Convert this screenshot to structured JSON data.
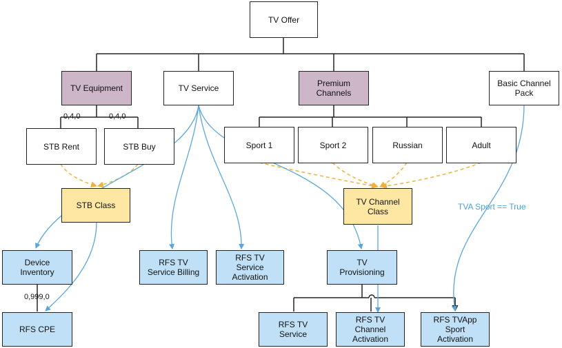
{
  "nodes": {
    "tv_offer": "TV Offer",
    "tv_equipment": "TV Equipment",
    "tv_service": "TV Service",
    "premium_channels": "Premium\nChannels",
    "basic_channel_pack": "Basic Channel\nPack",
    "stb_rent": "STB Rent",
    "stb_buy": "STB Buy",
    "sport1": "Sport 1",
    "sport2": "Sport 2",
    "russian": "Russian",
    "adult": "Adult",
    "stb_class": "STB Class",
    "tv_channel_class": "TV Channel\nClass",
    "device_inventory": "Device\nInventory",
    "rfs_tv_service_billing": "RFS TV\nService Billing",
    "rfs_tv_service_activation": "RFS TV\nService\nActivation",
    "tv_provisioning": "TV\nProvisioning",
    "rfs_cpe": "RFS CPE",
    "rfs_tv_service": "RFS  TV\nService",
    "rfs_tv_channel_activation": "RFS  TV\nChannel\nActivation",
    "rfs_tvapp_sport_activation": "RFS TVApp\nSport\nActivation"
  },
  "edge_labels": {
    "stb_rent_card": "0,4,0",
    "stb_buy_card": "0,4,0",
    "rfs_cpe_card": "0,999,0",
    "condition": "TVA Sport == True"
  },
  "colors": {
    "purple": "#cdb6c8",
    "yellow": "#fde7a3",
    "blue": "#bfe0f6",
    "blue_line": "#5aa6dc",
    "orange_dash": "#f0b23a"
  }
}
